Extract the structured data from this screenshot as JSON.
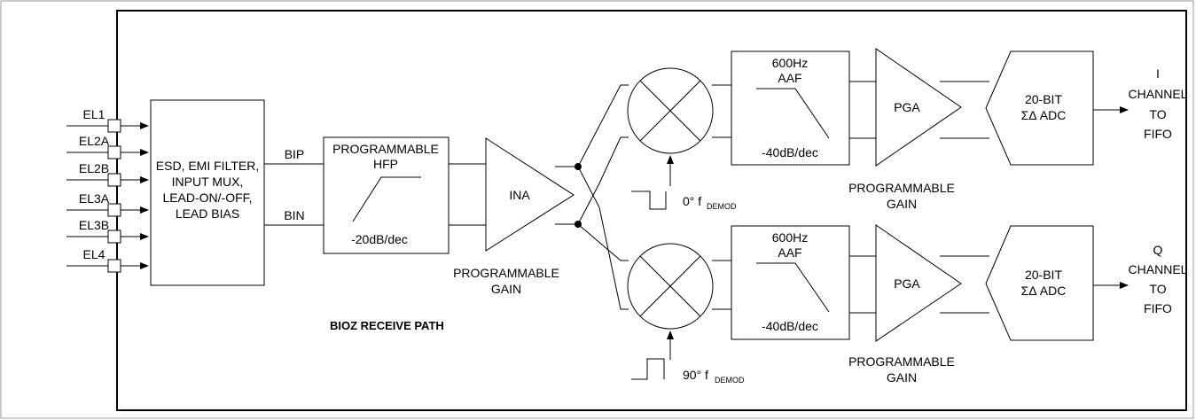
{
  "inputs": [
    "EL1",
    "EL2A",
    "EL2B",
    "EL3A",
    "EL3B",
    "EL4"
  ],
  "esd_block": [
    "ESD, EMI FILTER,",
    "INPUT MUX,",
    "LEAD-ON/-OFF,",
    "LEAD BIAS"
  ],
  "signals": {
    "bip": "BIP",
    "bin": "BIN"
  },
  "hpf": {
    "line1": "PROGRAMMABLE",
    "line2": "HFP",
    "slope": "-20dB/dec"
  },
  "ina": {
    "label": "INA",
    "gain1": "PROGRAMMABLE",
    "gain2": "GAIN"
  },
  "demod": {
    "i_phase": "0° f",
    "q_phase": "90° f",
    "subscript": "DEMOD"
  },
  "aaf": {
    "freq": "600Hz",
    "label": "AAF",
    "slope": "-40dB/dec"
  },
  "pga": {
    "label": "PGA",
    "gain1": "PROGRAMMABLE",
    "gain2": "GAIN"
  },
  "adc": {
    "line1": "20-BIT",
    "line2": "ΣΔ ADC"
  },
  "outputs": {
    "i": [
      "I",
      "CHANNEL",
      "TO",
      "FIFO"
    ],
    "q": [
      "Q",
      "CHANNEL",
      "TO",
      "FIFO"
    ]
  },
  "caption": "BIOZ RECEIVE PATH"
}
